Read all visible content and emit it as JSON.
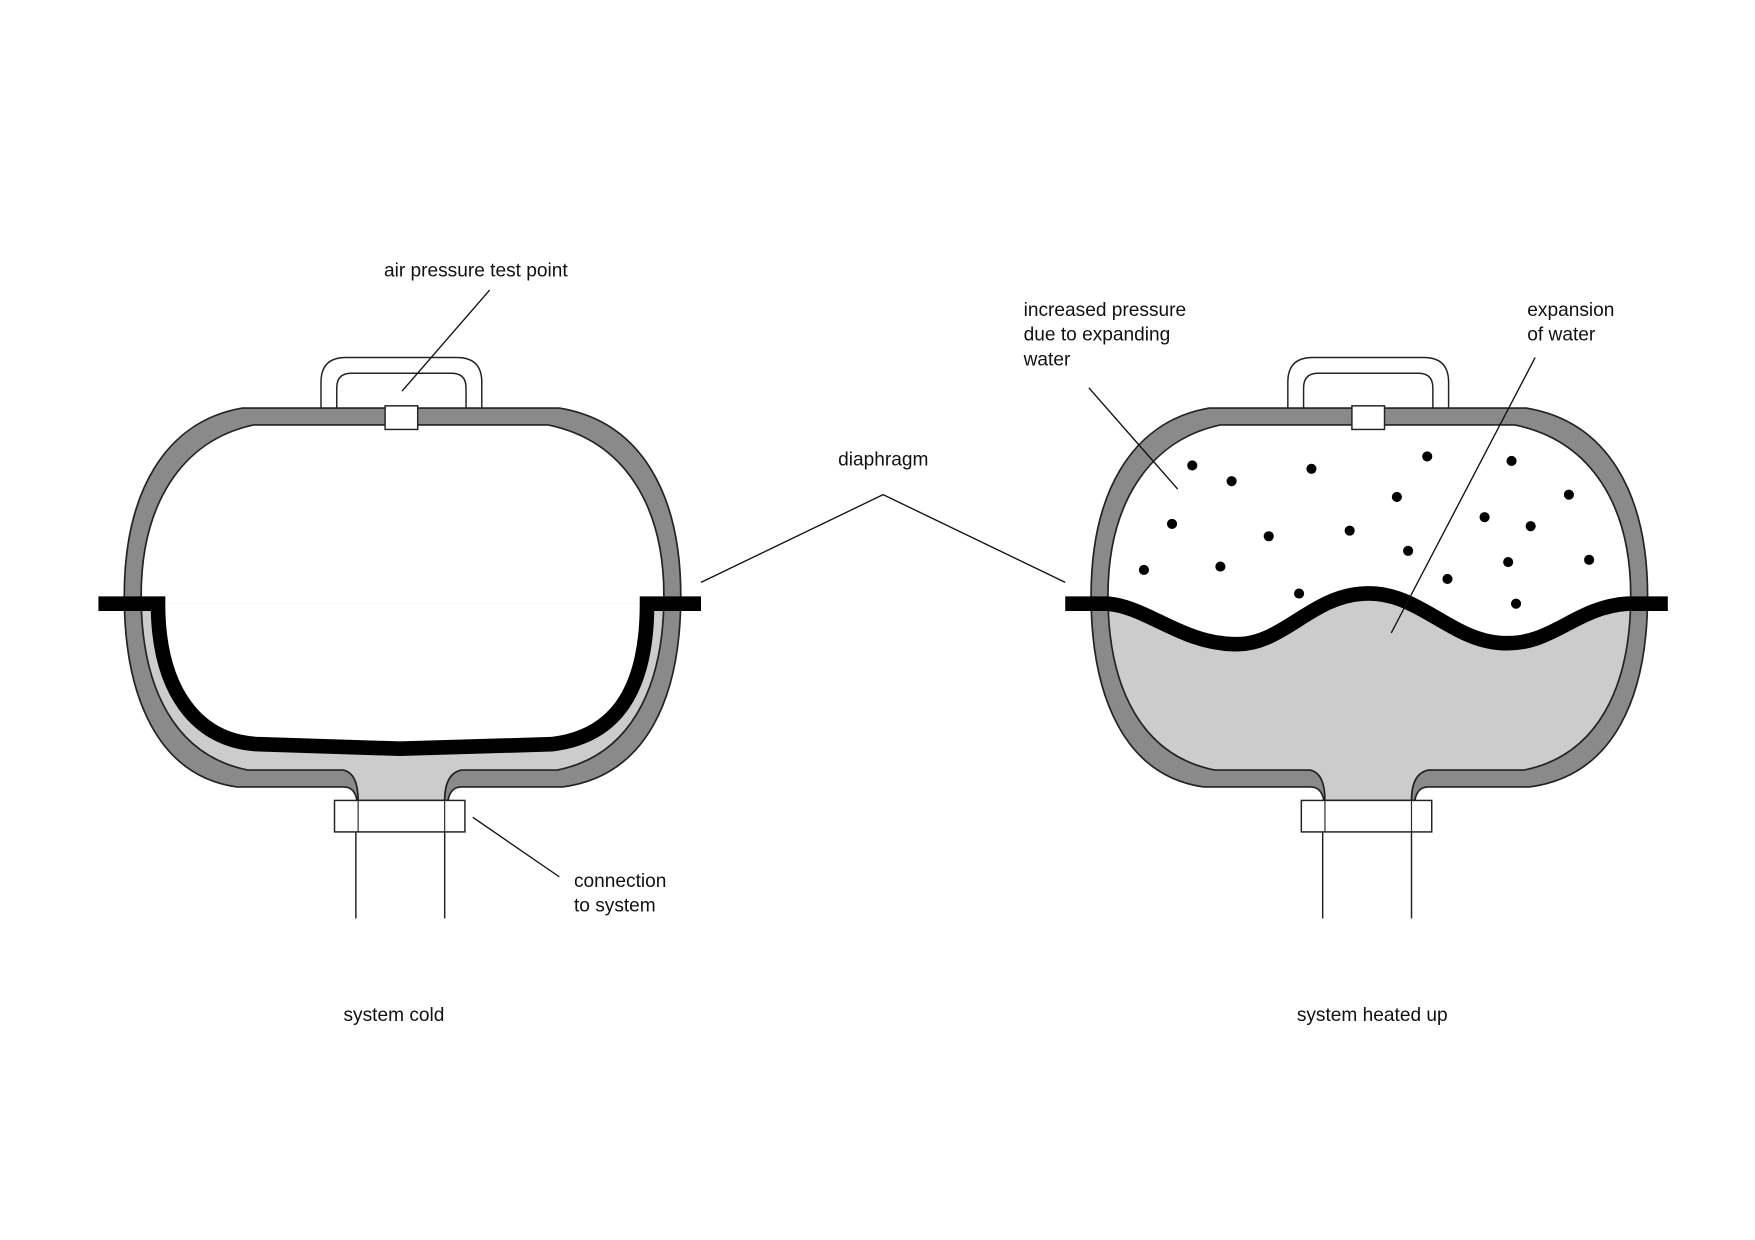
{
  "labels": {
    "test_point": "air pressure test point",
    "diaphragm": "diaphragm",
    "pressure": [
      "increased pressure",
      "due to expanding",
      "water"
    ],
    "expansion": [
      "expansion",
      "of water"
    ],
    "connection": [
      "connection",
      "to system"
    ],
    "cold": "system cold",
    "heated": "system heated up"
  },
  "colors": {
    "shell": "#8a8a8a",
    "water": "#cccccc",
    "diaphragm": "#000000"
  }
}
